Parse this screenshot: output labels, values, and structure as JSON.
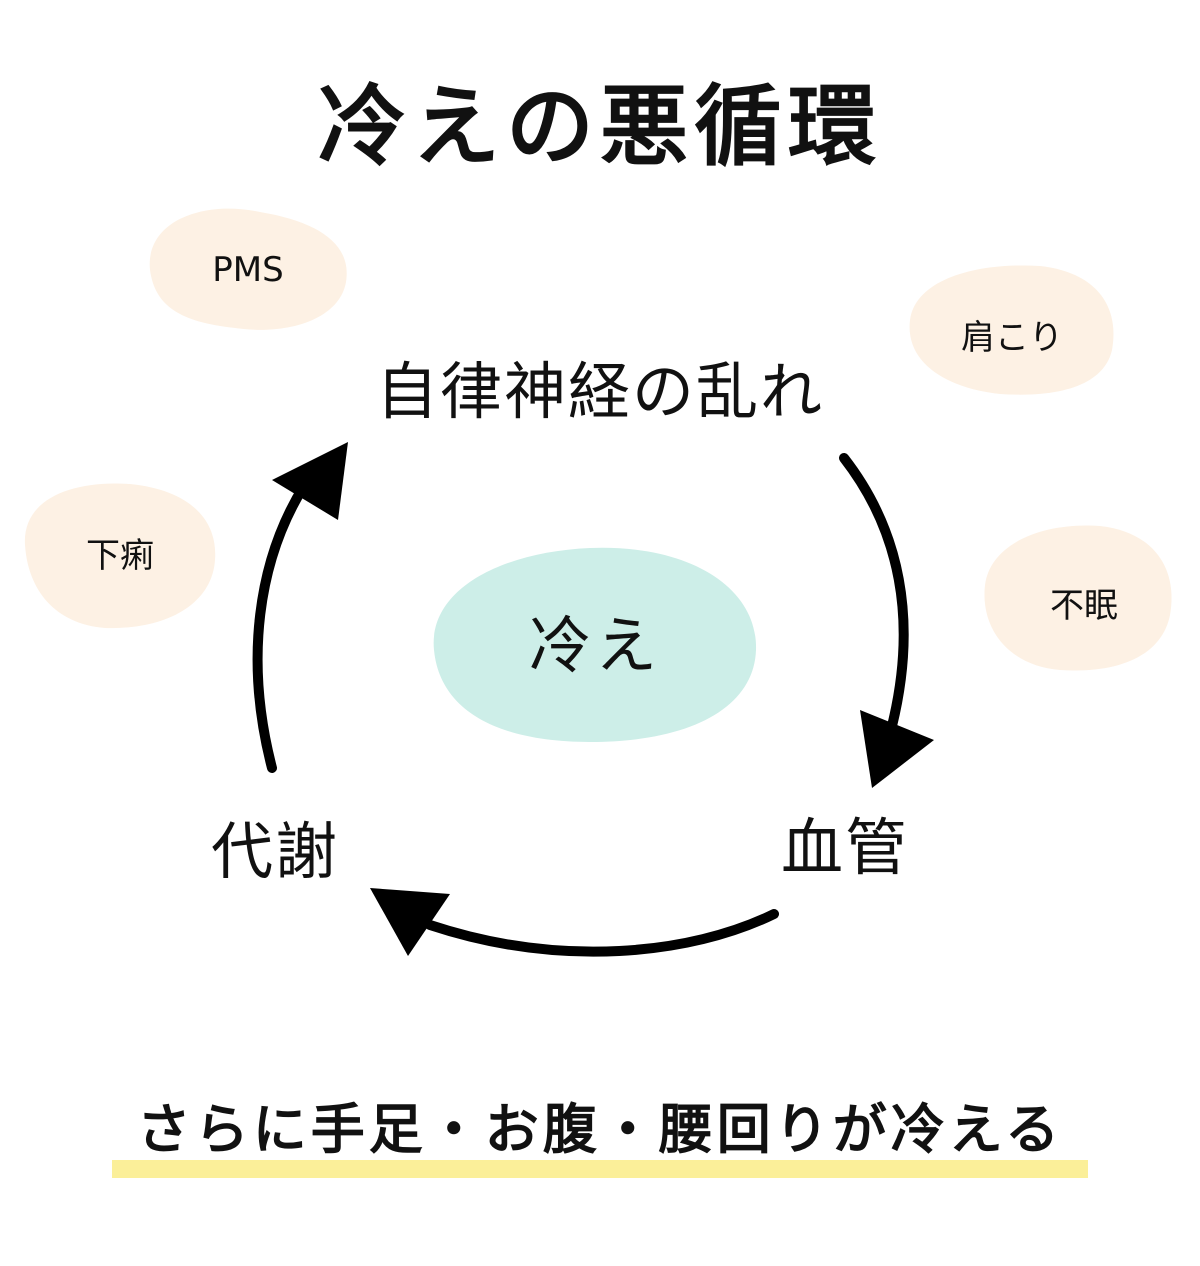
{
  "title": "冷えの悪循環",
  "center": "冷え",
  "cycle": {
    "top": "自律神経の乱れ",
    "right": "血管",
    "left": "代謝"
  },
  "symptoms": {
    "pms": "PMS",
    "shoulder": "肩こり",
    "diarrhea": "下痢",
    "insomnia": "不眠"
  },
  "footer": "さらに手足・お腹・腰回りが冷える",
  "colors": {
    "symptom_bubble": "#fdf1e4",
    "center_bubble": "#cdeee8",
    "underline": "#fbef99",
    "arrow": "#000000"
  }
}
